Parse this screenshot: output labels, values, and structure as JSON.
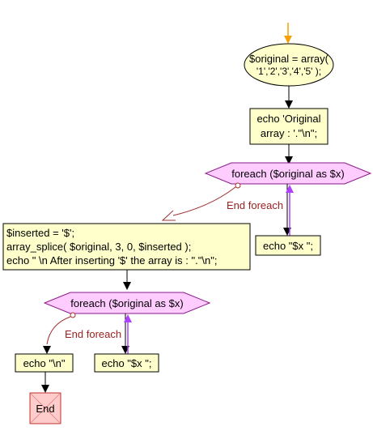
{
  "flowchart": {
    "start_node": {
      "line1": "$original = array(",
      "line2": "'1','2','3','4','5' );"
    },
    "echo_original": {
      "line1": "echo 'Original",
      "line2": "array : '.\"\\n\";"
    },
    "loop1": {
      "label": "foreach ($original as $x)",
      "end_label": "End foreach",
      "body": "echo \"$x \";"
    },
    "insert_block": {
      "line1": "$inserted = '$';",
      "line2": "array_splice( $original, 3, 0, $inserted );",
      "line3": "echo \" \\n After inserting '$' the array is : \".\"\\n\";"
    },
    "loop2": {
      "label": "foreach ($original as $x)",
      "end_label": "End foreach",
      "body": "echo \"$x \";"
    },
    "echo_newline": {
      "label": "echo \"\\n\""
    },
    "end_node": {
      "label": "End"
    }
  },
  "colors": {
    "shape_fill": "#ffffcc",
    "loop_fill": "#ffccff",
    "loop_stroke": "#8a1a8a",
    "end_fill": "#ffcccc",
    "end_stroke": "#c03030",
    "loop_exit_line": "#a03030",
    "back_arrow": "#b040ff",
    "start_arrow": "#f5a000"
  }
}
